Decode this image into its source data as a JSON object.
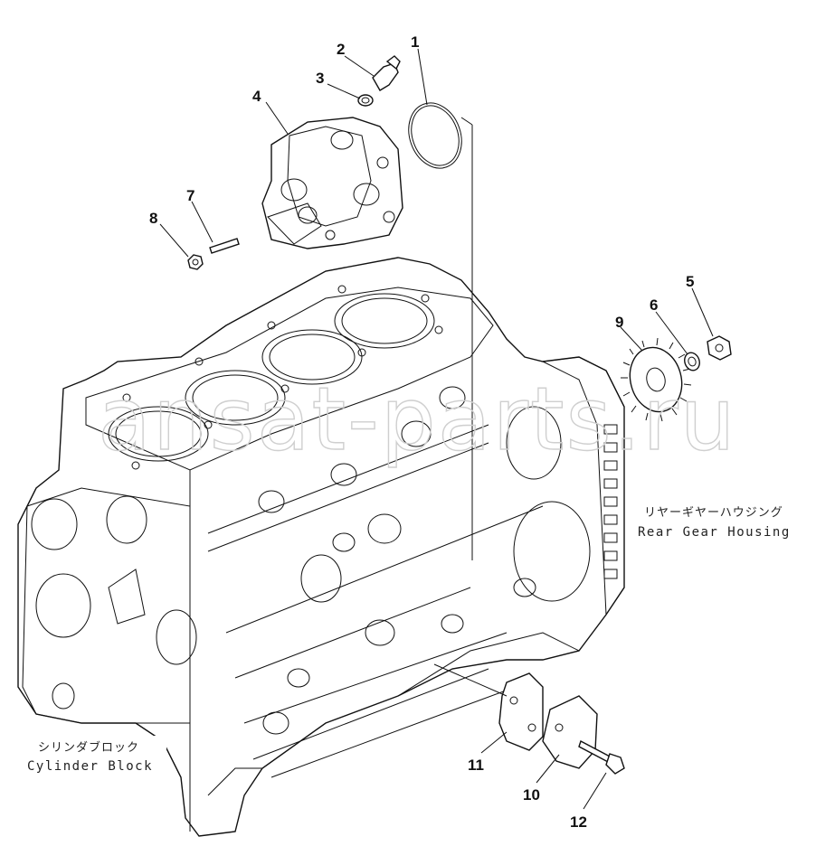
{
  "diagram": {
    "callouts": [
      {
        "id": "c1",
        "number": "1"
      },
      {
        "id": "c2",
        "number": "2"
      },
      {
        "id": "c3",
        "number": "3"
      },
      {
        "id": "c4",
        "number": "4"
      },
      {
        "id": "c5",
        "number": "5"
      },
      {
        "id": "c6",
        "number": "6"
      },
      {
        "id": "c7",
        "number": "7"
      },
      {
        "id": "c8",
        "number": "8"
      },
      {
        "id": "c9",
        "number": "9"
      },
      {
        "id": "c10",
        "number": "10"
      },
      {
        "id": "c11",
        "number": "11"
      },
      {
        "id": "c12",
        "number": "12"
      }
    ],
    "labels": {
      "cylinder_block_jp": "シリンダブロック",
      "cylinder_block_en": "Cylinder Block",
      "rear_gear_housing_jp": "リヤーギヤーハウジング",
      "rear_gear_housing_en": "Rear Gear Housing"
    },
    "watermark": "ansat-parts.ru"
  }
}
